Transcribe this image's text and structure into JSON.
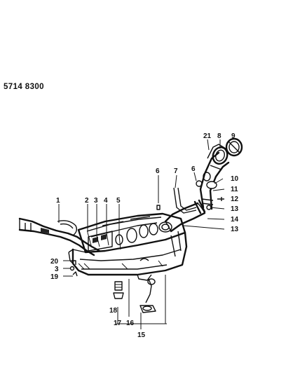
{
  "diagram": {
    "code": "5714 8300",
    "callouts": [
      "1",
      "2",
      "3",
      "4",
      "5",
      "6",
      "6",
      "7",
      "8",
      "9",
      "10",
      "11",
      "12",
      "13",
      "13",
      "14",
      "15",
      "16",
      "17",
      "18",
      "19",
      "20",
      "21",
      "3"
    ]
  }
}
